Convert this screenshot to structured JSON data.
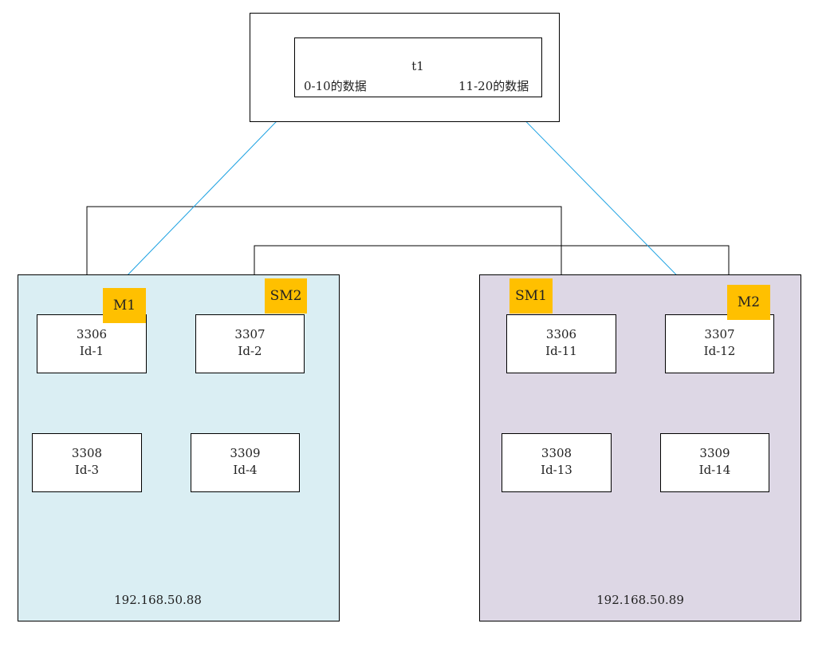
{
  "table": {
    "name": "t1",
    "left_range": "0-10的数据",
    "right_range": "11-20的数据"
  },
  "hosts": [
    {
      "ip": "192.168.50.88",
      "nodes": [
        {
          "port": "3306",
          "id": "Id-1"
        },
        {
          "port": "3307",
          "id": "Id-2"
        },
        {
          "port": "3308",
          "id": "Id-3"
        },
        {
          "port": "3309",
          "id": "Id-4"
        }
      ],
      "tags": [
        "M1",
        "SM2"
      ]
    },
    {
      "ip": "192.168.50.89",
      "nodes": [
        {
          "port": "3306",
          "id": "Id-11"
        },
        {
          "port": "3307",
          "id": "Id-12"
        },
        {
          "port": "3308",
          "id": "Id-13"
        },
        {
          "port": "3309",
          "id": "Id-14"
        }
      ],
      "tags": [
        "SM1",
        "M2"
      ]
    }
  ],
  "colors": {
    "host_a_fill": "#daeef3",
    "host_b_fill": "#ddd7e5",
    "tag_fill": "#ffc000",
    "data_arrow": "#1ba1e2",
    "link": "#000000"
  }
}
